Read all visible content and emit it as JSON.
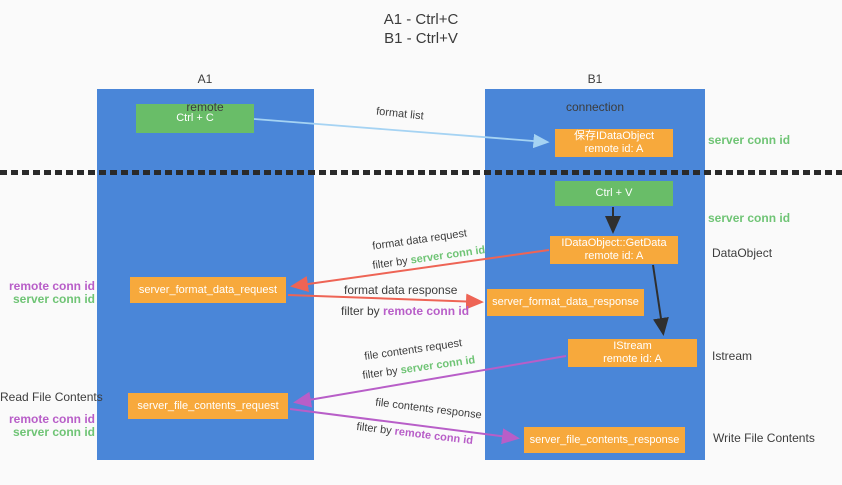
{
  "title": {
    "line1": "A1 - Ctrl+C",
    "line2": "B1 - Ctrl+V"
  },
  "lifelines": {
    "a1": {
      "name": "A1",
      "role": "remote"
    },
    "b1": {
      "name": "B1",
      "role": "connection"
    }
  },
  "boxes": {
    "ctrl_c": {
      "label": "Ctrl + C"
    },
    "ctrl_v": {
      "label": "Ctrl + V"
    },
    "save_dataobject": {
      "line1": "保存IDataObject",
      "line2": "remote id: A"
    },
    "getdata": {
      "line1": "IDataObject::GetData",
      "line2": "remote id: A"
    },
    "istream": {
      "line1": "IStream",
      "line2": "remote id: A"
    },
    "format_request": {
      "label": "server_format_data_request"
    },
    "format_response": {
      "label": "server_format_data_response"
    },
    "file_request": {
      "label": "server_file_contents_request"
    },
    "file_response": {
      "label": "server_file_contents_response"
    }
  },
  "left_labels": {
    "format_remote_conn": "remote conn id",
    "format_server_conn": "server conn id",
    "read_file_contents": "Read File Contents",
    "file_remote_conn": "remote conn id",
    "file_server_conn": "server conn id"
  },
  "right_labels": {
    "server_conn_top": "server conn id",
    "server_conn_mid": "server conn id",
    "dataobject": "DataObject",
    "istream": "Istream",
    "write_file_contents": "Write File Contents"
  },
  "arrow_labels": {
    "format_list": "format list",
    "format_data_request": "format data request",
    "filter_by_1": "filter by ",
    "filter_server_1": "server conn id",
    "format_data_response": "format data response",
    "filter_by_2": "filter by ",
    "filter_remote_2": "remote conn id",
    "file_contents_request": "file contents request",
    "filter_by_3": "filter by ",
    "filter_server_3": "server conn id",
    "file_contents_response": "file contents response",
    "filter_by_4": "filter by ",
    "filter_remote_4": "remote conn id"
  },
  "colors": {
    "lifeline_blue": "#4a86d8",
    "box_green": "#69bd68",
    "box_orange": "#f7a93c",
    "label_green": "#6fc475",
    "label_purple": "#b85ec8",
    "arrow_red": "#ee6455",
    "arrow_purple": "#b85ec8",
    "arrow_lightblue": "#a5d3f3",
    "arrow_black": "#2f2f2f",
    "text_dark": "#3d3d3d",
    "background": "#fafafa"
  }
}
